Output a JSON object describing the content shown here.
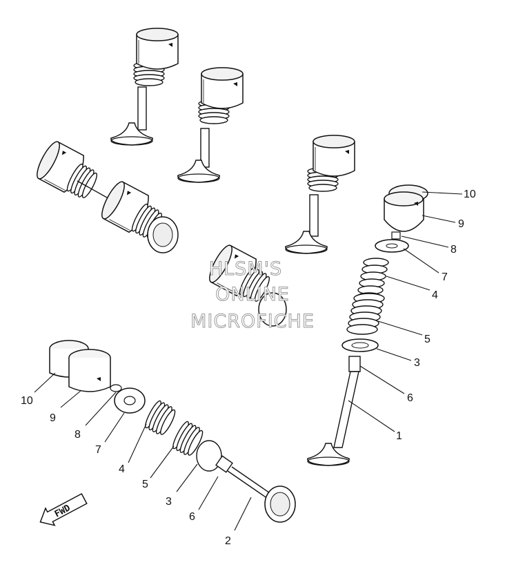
{
  "watermark": {
    "line1": "HLSM'S",
    "line2": "ONLINE",
    "line3": "MICROFICHE"
  },
  "fwd_label": "FWD",
  "right_callouts": [
    "10",
    "9",
    "8",
    "7",
    "4",
    "5",
    "3",
    "6",
    "1"
  ],
  "left_callouts": [
    "10",
    "9",
    "8",
    "7",
    "4",
    "5",
    "3",
    "6",
    "2"
  ],
  "colors": {
    "ink": "#111111",
    "fill": "#ffffff",
    "shade": "#e8e8e8",
    "watermark": "#9a9a9a"
  }
}
